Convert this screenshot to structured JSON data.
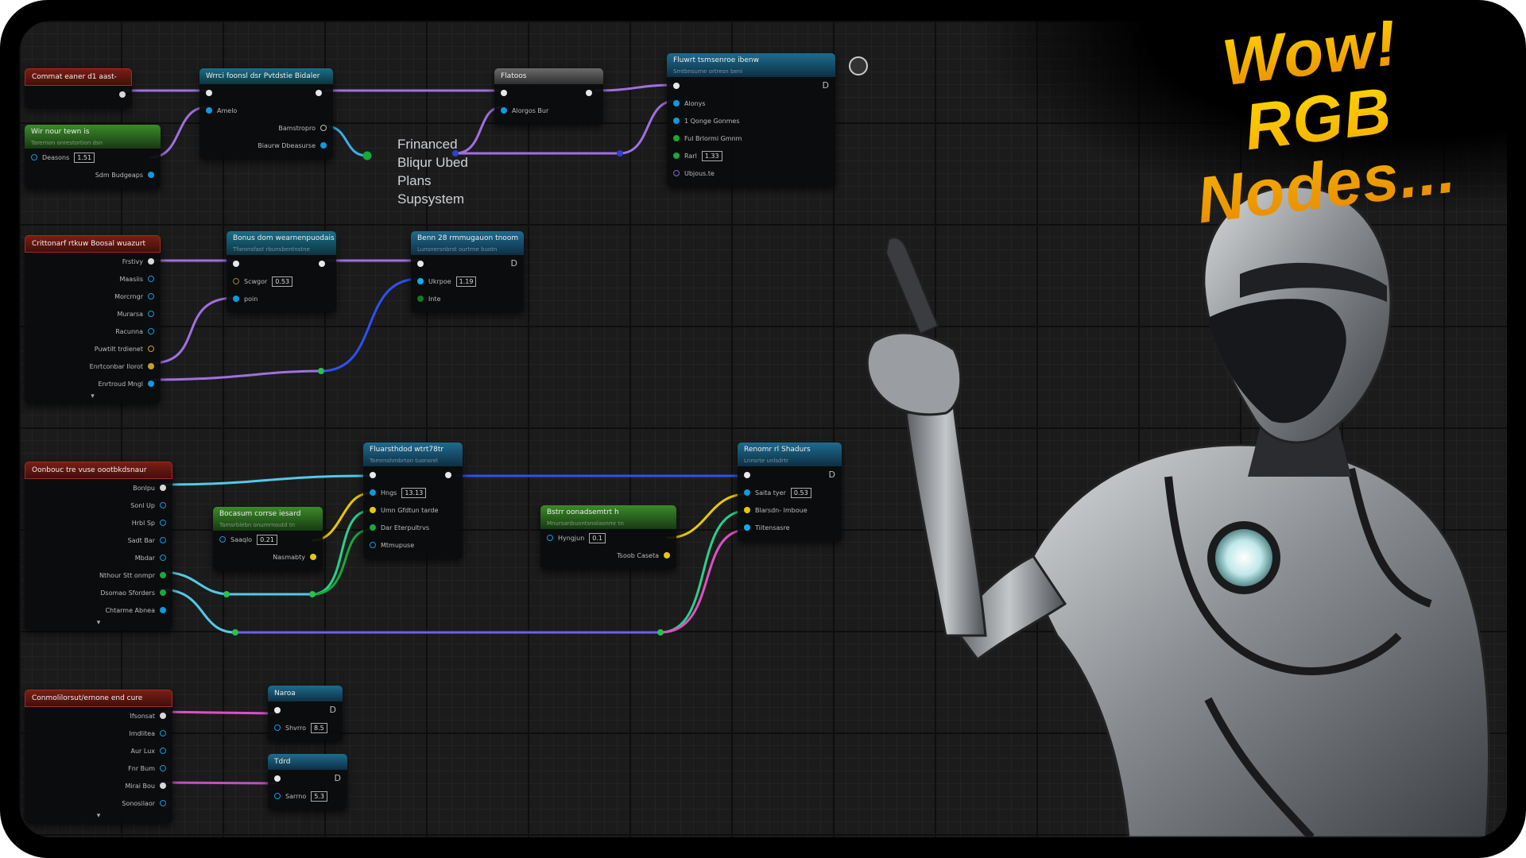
{
  "headline": {
    "line1": "Wow!",
    "line2": "RGB Nodes..."
  },
  "floating_label": [
    "Frinanced",
    "Bliqur Ubed",
    "Plans",
    "Supsystem"
  ],
  "colors": {
    "exec": "#d8d8d8",
    "float": "#0a9be0",
    "bool": "#1aa83a",
    "int": "#e8c800",
    "vector": "#e8c800",
    "purple_wire": "#a070e0",
    "cyan_wire": "#55c8e8",
    "blue_wire": "#3050f0",
    "pink_wire": "#e050c0",
    "title_gradient_top": "#ffd400",
    "title_gradient_bottom": "#e88a00"
  },
  "nodes": [
    {
      "id": "n1",
      "style": "red",
      "title": "Commat eaner d1 aast-",
      "pins": [
        {
          "side": "out",
          "label": "",
          "color": "#d8d8d8"
        }
      ]
    },
    {
      "id": "n2",
      "style": "green",
      "title": "Wir nour tewn is",
      "subtitle": "Tarernon onrestortion dsn",
      "pins": [
        {
          "side": "in",
          "label": "Deasons",
          "value": "1.51",
          "color": "#0a9be0",
          "hollow": true
        },
        {
          "side": "out",
          "label": "Sdm Budgeaps",
          "color": "#0a9be0"
        }
      ]
    },
    {
      "id": "n3",
      "style": "teal",
      "title": "Wrrci foonsl dsr Pvtdstie Bidaler",
      "pins": [
        {
          "side": "in",
          "label": "",
          "color": "#e8e8e8",
          "exec_out": true
        },
        {
          "side": "in",
          "label": "Amelo",
          "color": "#0a9be0"
        },
        {
          "side": "out",
          "label": "Bamstropro",
          "color": "#bbb",
          "hollow": true
        },
        {
          "side": "out",
          "label": "Biaurw Dbeasurse",
          "color": "#0a9be0"
        }
      ]
    },
    {
      "id": "n4",
      "style": "gray",
      "title": "Flatoos",
      "pins": [
        {
          "side": "in",
          "label": "",
          "color": "#e8e8e8",
          "exec_out": true
        },
        {
          "side": "in",
          "label": "Alorgos Bur",
          "color": "#0a9be0"
        }
      ]
    },
    {
      "id": "n5",
      "style": "blue",
      "title": "Fluwrt tsmsenroe ibenw",
      "subtitle": "Smtbnsurne ortresn beni",
      "d": "D",
      "pins": [
        {
          "side": "in",
          "label": "",
          "color": "#e8e8e8"
        },
        {
          "side": "in",
          "label": "Alonys",
          "color": "#0a9be0"
        },
        {
          "side": "in",
          "label": "1 Qonge Gonmes",
          "color": "#0a9be0"
        },
        {
          "side": "in",
          "label": "Ful Brlormi Gmnm",
          "color": "#1aa83a"
        },
        {
          "side": "in",
          "label": "Rarl",
          "value": "1.33",
          "color": "#1aa83a"
        },
        {
          "side": "in",
          "label": "Ubjous.te",
          "color": "#8a5ad8",
          "hollow": true
        }
      ]
    },
    {
      "id": "n6",
      "style": "red",
      "title": "Crittonarf rtkuw Boosal wuazurt",
      "chevron": true,
      "pins": [
        {
          "side": "out",
          "label": "Frstivy",
          "color": "#d8d8d8"
        },
        {
          "side": "out",
          "label": "Maasiis",
          "color": "#0a9be0",
          "hollow": true
        },
        {
          "side": "out",
          "label": "Morcrngr",
          "color": "#0a9be0",
          "hollow": true
        },
        {
          "side": "out",
          "label": "Murarsa",
          "color": "#0a9be0",
          "hollow": true
        },
        {
          "side": "out",
          "label": "Racunna",
          "color": "#0a9be0",
          "hollow": true
        },
        {
          "side": "out",
          "label": "Puwtilt trdienet",
          "color": "#c8a020",
          "hollow": true
        },
        {
          "side": "out",
          "label": "Enrtconbar Ilorot",
          "color": "#c8a020"
        },
        {
          "side": "out",
          "label": "Enrtroud Mngl",
          "color": "#0a9be0"
        }
      ]
    },
    {
      "id": "n7",
      "style": "teal",
      "title": "Bonus dom wearnenpuodais",
      "subtitle": "Tfaronsfast rbunsbentnstne",
      "pins": [
        {
          "side": "in",
          "label": "",
          "color": "#e8e8e8",
          "exec_out": true
        },
        {
          "side": "in",
          "label": "Scwgor",
          "value": "0.53",
          "color": "#a08030",
          "hollow": true
        },
        {
          "side": "in",
          "label": "poin",
          "color": "#0a9be0"
        }
      ]
    },
    {
      "id": "n8",
      "style": "blue",
      "title": "Benn 28 rmmugauon tnoom",
      "subtitle": "Lunsnersnbrst ourtrne buotn",
      "d": "D",
      "pins": [
        {
          "side": "in",
          "label": "",
          "color": "#e8e8e8"
        },
        {
          "side": "in",
          "label": "Ukrpoe",
          "value": "1.19",
          "color": "#0ab0f0"
        },
        {
          "side": "in",
          "label": "Inte",
          "color": "#117a22"
        }
      ]
    },
    {
      "id": "n9",
      "style": "red",
      "title": "Oonbouc tre vuse oootbkdsnaur",
      "chevron": true,
      "pins": [
        {
          "side": "out",
          "label": "Bonlpu",
          "color": "#d8d8d8"
        },
        {
          "side": "out",
          "label": "Sonl Up",
          "color": "#0a9be0",
          "hollow": true
        },
        {
          "side": "out",
          "label": "Hrbl Sp",
          "color": "#0a9be0",
          "hollow": true
        },
        {
          "side": "out",
          "label": "Sadt Bar",
          "color": "#0a9be0",
          "hollow": true
        },
        {
          "side": "out",
          "label": "Mbdar",
          "color": "#0a9be0",
          "hollow": true
        },
        {
          "side": "out",
          "label": "Nthour Stt onmpr",
          "color": "#1aa83a"
        },
        {
          "side": "out",
          "label": "Dsomao Sforders",
          "color": "#1aa83a"
        },
        {
          "side": "out",
          "label": "Chtarme Abnea",
          "color": "#0a9be0"
        }
      ]
    },
    {
      "id": "n10",
      "style": "green",
      "title": "Bocasum corrse iesard",
      "subtitle": "Tamsrblebn onumrnoutd tn",
      "pins": [
        {
          "side": "in",
          "label": "Saaqlo",
          "value": "0.21",
          "color": "#0a9be0",
          "hollow": true
        },
        {
          "side": "out",
          "label": "Nasmabty",
          "color": "#e8c800"
        }
      ]
    },
    {
      "id": "n11",
      "style": "blue",
      "title": "Fluarsthdod wtrt78tr",
      "subtitle": "Tomrnshmbrton tuonsrel",
      "pins": [
        {
          "side": "in",
          "label": "",
          "color": "#e8e8e8",
          "exec_out": true
        },
        {
          "side": "in",
          "label": "Hngs",
          "value": "13.13",
          "color": "#0a9be0"
        },
        {
          "side": "in",
          "label": "Umn Gfdtun tarde",
          "color": "#e8c800"
        },
        {
          "side": "in",
          "label": "Dar Eterpultrvs",
          "color": "#1aa83a"
        },
        {
          "side": "in",
          "label": "Mtmupuse",
          "color": "#0a9be0",
          "hollow": true
        }
      ]
    },
    {
      "id": "n12",
      "style": "green",
      "title": "Bstrr oonadsemtrt h",
      "subtitle": "Mnursanbuontsnolaonmr tn",
      "pins": [
        {
          "side": "in",
          "label": "Hyngjun",
          "value": "0.1",
          "color": "#0a9be0",
          "hollow": true
        },
        {
          "side": "out",
          "label": "Tsoob Caseta",
          "color": "#e8c800"
        }
      ]
    },
    {
      "id": "n13",
      "style": "blue",
      "title": "Renomr rl Shadurs",
      "subtitle": "Lnnsrte unlsdrtr",
      "d": "D",
      "pins": [
        {
          "side": "in",
          "label": "",
          "color": "#e8e8e8"
        },
        {
          "side": "in",
          "label": "Saita tyer",
          "value": "0.53",
          "color": "#0a9be0"
        },
        {
          "side": "in",
          "label": "Blarsdn- lmboue",
          "color": "#e8c800"
        },
        {
          "side": "in",
          "label": "Tiitensasre",
          "color": "#0ab0f0"
        }
      ]
    },
    {
      "id": "n14",
      "style": "red",
      "title": "Conmolilorsut/ernone end cure",
      "chevron": true,
      "pins": [
        {
          "side": "out",
          "label": "Ifsonsat",
          "color": "#d8d8d8"
        },
        {
          "side": "out",
          "label": "Imdlitea",
          "color": "#0a9be0",
          "hollow": true
        },
        {
          "side": "out",
          "label": "Aur Lux",
          "color": "#0a9be0",
          "hollow": true
        },
        {
          "side": "out",
          "label": "Fnr Bum",
          "color": "#0a9be0",
          "hollow": true
        },
        {
          "side": "out",
          "label": "Mirai Bou",
          "color": "#d8d8d8"
        },
        {
          "side": "out",
          "label": "Sonosilaor",
          "color": "#0a9be0",
          "hollow": true
        }
      ]
    },
    {
      "id": "n15",
      "style": "blue",
      "title": "Naroa",
      "d": "D",
      "pins": [
        {
          "side": "in",
          "label": "",
          "color": "#e8e8e8"
        },
        {
          "side": "in",
          "label": "Shvrro",
          "value": "8.5",
          "color": "#0a9be0",
          "hollow": true
        }
      ]
    },
    {
      "id": "n16",
      "style": "blue",
      "title": "Tdrd",
      "d": "D",
      "pins": [
        {
          "side": "in",
          "label": "",
          "color": "#e8e8e8"
        },
        {
          "side": "in",
          "label": "Sarrno",
          "value": "5.3",
          "color": "#0a9be0",
          "hollow": true
        }
      ]
    }
  ]
}
